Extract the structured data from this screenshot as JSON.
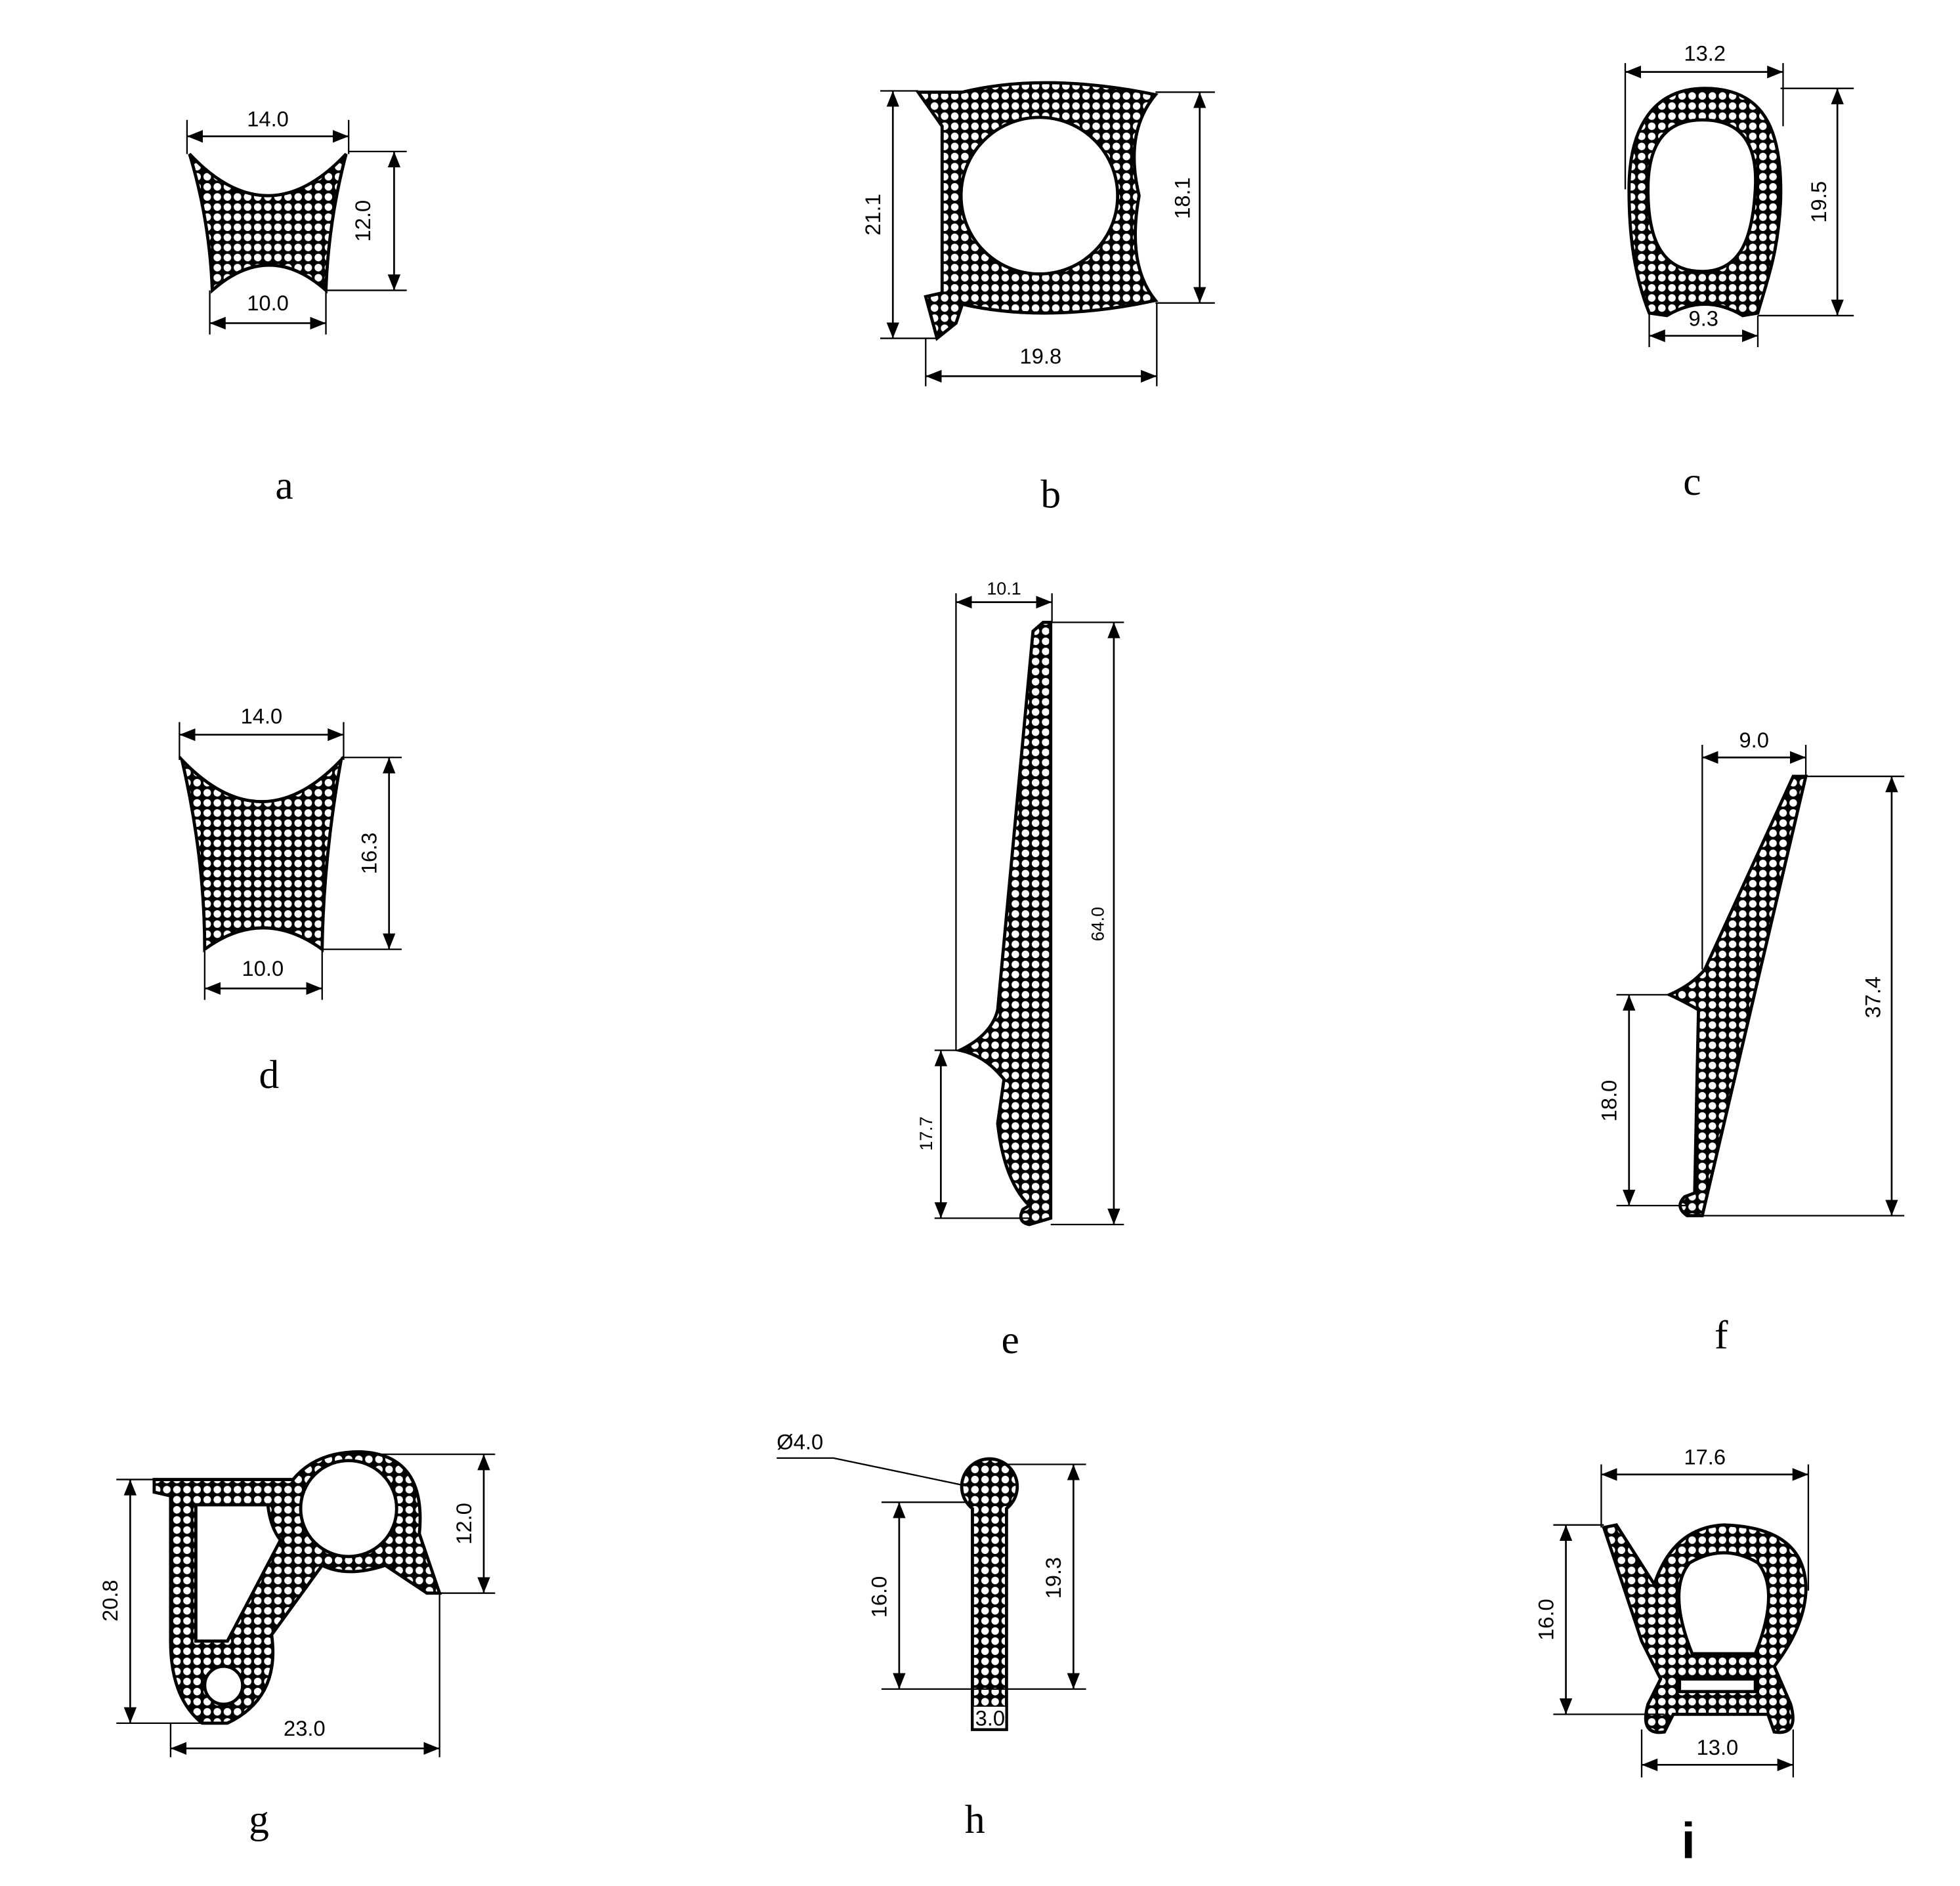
{
  "figures": {
    "a": {
      "label": "a",
      "top_width": "14.0",
      "height": "12.0",
      "bottom_width": "10.0"
    },
    "b": {
      "label": "b",
      "left_height": "21.1",
      "right_height": "18.1",
      "width": "19.8"
    },
    "c": {
      "label": "c",
      "top_width": "13.2",
      "height": "19.5",
      "bottom_width": "9.3"
    },
    "d": {
      "label": "d",
      "top_width": "14.0",
      "height": "16.3",
      "bottom_width": "10.0"
    },
    "e": {
      "label": "e",
      "top_width": "10.1",
      "height": "64.0",
      "lip_height": "17.7"
    },
    "f": {
      "label": "f",
      "top_width": "9.0",
      "height": "37.4",
      "lip_height": "18.0"
    },
    "g": {
      "label": "g",
      "height": "20.8",
      "bulb_height": "12.0",
      "width": "23.0"
    },
    "h": {
      "label": "h",
      "diameter": "Ø4.0",
      "stem_height": "16.0",
      "height": "19.3",
      "thickness": "3.0"
    },
    "i": {
      "label": "i",
      "top_width": "17.6",
      "height": "16.0",
      "bottom_width": "13.0"
    }
  }
}
